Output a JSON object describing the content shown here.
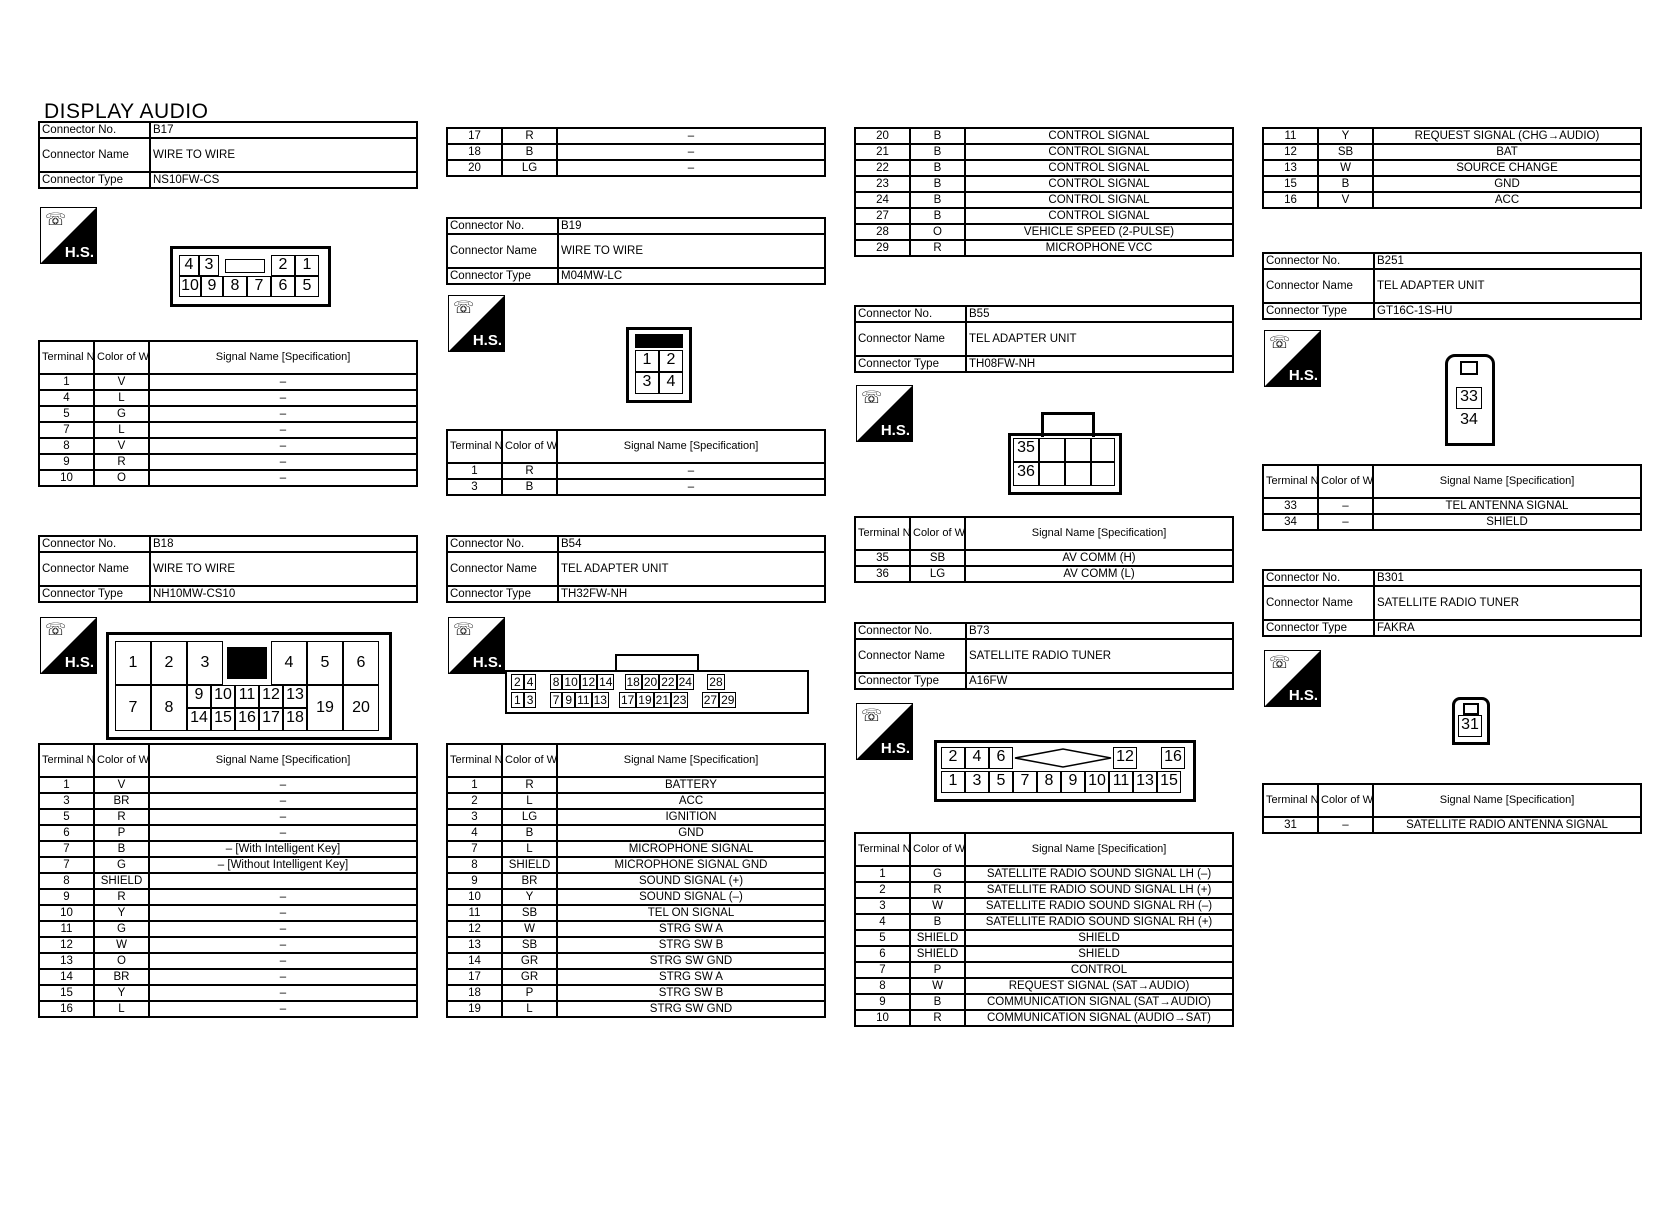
{
  "page_title": "DISPLAY AUDIO",
  "labels": {
    "connector_no": "Connector No.",
    "connector_name": "Connector Name",
    "connector_type": "Connector Type",
    "terminal_no": "Terminal No.",
    "color_of_wire": "Color of Wire",
    "signal_name": "Signal Name [Specification]",
    "hs": "H.S."
  },
  "B17": {
    "no": "B17",
    "name": "WIRE TO WIRE",
    "type": "NS10FW-CS",
    "pins_top": [
      "4",
      "3",
      "",
      "2",
      "1"
    ],
    "pins_bottom": [
      "10",
      "9",
      "8",
      "7",
      "6",
      "5"
    ],
    "rows": [
      [
        "1",
        "V",
        "–"
      ],
      [
        "4",
        "L",
        "–"
      ],
      [
        "5",
        "G",
        "–"
      ],
      [
        "7",
        "L",
        "–"
      ],
      [
        "8",
        "V",
        "–"
      ],
      [
        "9",
        "R",
        "–"
      ],
      [
        "10",
        "O",
        "–"
      ]
    ]
  },
  "B18": {
    "no": "B18",
    "name": "WIRE TO WIRE",
    "type": "NH10MW-CS10",
    "rows": [
      [
        "1",
        "V",
        "–"
      ],
      [
        "3",
        "BR",
        "–"
      ],
      [
        "5",
        "R",
        "–"
      ],
      [
        "6",
        "P",
        "–"
      ],
      [
        "7",
        "B",
        "– [With Intelligent Key]"
      ],
      [
        "7",
        "G",
        "– [Without Intelligent Key]"
      ],
      [
        "8",
        "SHIELD",
        ""
      ],
      [
        "9",
        "R",
        "–"
      ],
      [
        "10",
        "Y",
        "–"
      ],
      [
        "11",
        "G",
        "–"
      ],
      [
        "12",
        "W",
        "–"
      ],
      [
        "13",
        "O",
        "–"
      ],
      [
        "14",
        "BR",
        "–"
      ],
      [
        "15",
        "Y",
        "–"
      ],
      [
        "16",
        "L",
        "–"
      ]
    ]
  },
  "B18_cont": {
    "rows": [
      [
        "17",
        "R",
        "–"
      ],
      [
        "18",
        "B",
        "–"
      ],
      [
        "20",
        "LG",
        "–"
      ]
    ]
  },
  "B19": {
    "no": "B19",
    "name": "WIRE TO WIRE",
    "type": "M04MW-LC",
    "rows": [
      [
        "1",
        "R",
        "–"
      ],
      [
        "3",
        "B",
        "–"
      ]
    ]
  },
  "B54": {
    "no": "B54",
    "name": "TEL ADAPTER UNIT",
    "type": "TH32FW-NH",
    "rows": [
      [
        "1",
        "R",
        "BATTERY"
      ],
      [
        "2",
        "L",
        "ACC"
      ],
      [
        "3",
        "LG",
        "IGNITION"
      ],
      [
        "4",
        "B",
        "GND"
      ],
      [
        "7",
        "L",
        "MICROPHONE SIGNAL"
      ],
      [
        "8",
        "SHIELD",
        "MICROPHONE SIGNAL GND"
      ],
      [
        "9",
        "BR",
        "SOUND SIGNAL (+)"
      ],
      [
        "10",
        "Y",
        "SOUND SIGNAL (–)"
      ],
      [
        "11",
        "SB",
        "TEL ON SIGNAL"
      ],
      [
        "12",
        "W",
        "STRG SW A"
      ],
      [
        "13",
        "SB",
        "STRG SW B"
      ],
      [
        "14",
        "GR",
        "STRG SW GND"
      ],
      [
        "17",
        "GR",
        "STRG SW A"
      ],
      [
        "18",
        "P",
        "STRG SW B"
      ],
      [
        "19",
        "L",
        "STRG SW GND"
      ]
    ]
  },
  "B54_cont": {
    "rows": [
      [
        "20",
        "B",
        "CONTROL SIGNAL"
      ],
      [
        "21",
        "B",
        "CONTROL SIGNAL"
      ],
      [
        "22",
        "B",
        "CONTROL SIGNAL"
      ],
      [
        "23",
        "B",
        "CONTROL SIGNAL"
      ],
      [
        "24",
        "B",
        "CONTROL SIGNAL"
      ],
      [
        "27",
        "B",
        "CONTROL SIGNAL"
      ],
      [
        "28",
        "O",
        "VEHICLE SPEED (2-PULSE)"
      ],
      [
        "29",
        "R",
        "MICROPHONE VCC"
      ]
    ]
  },
  "B55": {
    "no": "B55",
    "name": "TEL ADAPTER UNIT",
    "type": "TH08FW-NH",
    "rows": [
      [
        "35",
        "SB",
        "AV COMM (H)"
      ],
      [
        "36",
        "LG",
        "AV COMM (L)"
      ]
    ]
  },
  "B73": {
    "no": "B73",
    "name": "SATELLITE RADIO TUNER",
    "type": "A16FW",
    "rows": [
      [
        "1",
        "G",
        "SATELLITE RADIO SOUND SIGNAL LH (–)"
      ],
      [
        "2",
        "R",
        "SATELLITE RADIO SOUND SIGNAL LH (+)"
      ],
      [
        "3",
        "W",
        "SATELLITE RADIO SOUND SIGNAL RH (–)"
      ],
      [
        "4",
        "B",
        "SATELLITE RADIO SOUND SIGNAL RH (+)"
      ],
      [
        "5",
        "SHIELD",
        "SHIELD"
      ],
      [
        "6",
        "SHIELD",
        "SHIELD"
      ],
      [
        "7",
        "P",
        "CONTROL"
      ],
      [
        "8",
        "W",
        "REQUEST SIGNAL (SAT→AUDIO)"
      ],
      [
        "9",
        "B",
        "COMMUNICATION SIGNAL (SAT→AUDIO)"
      ],
      [
        "10",
        "R",
        "COMMUNICATION SIGNAL (AUDIO→SAT)"
      ]
    ]
  },
  "B73_cont": {
    "rows": [
      [
        "11",
        "Y",
        "REQUEST SIGNAL (CHG→AUDIO)"
      ],
      [
        "12",
        "SB",
        "BAT"
      ],
      [
        "13",
        "W",
        "SOURCE CHANGE"
      ],
      [
        "15",
        "B",
        "GND"
      ],
      [
        "16",
        "V",
        "ACC"
      ]
    ]
  },
  "B251": {
    "no": "B251",
    "name": "TEL ADAPTER UNIT",
    "type": "GT16C-1S-HU",
    "rows": [
      [
        "33",
        "–",
        "TEL ANTENNA SIGNAL"
      ],
      [
        "34",
        "–",
        "SHIELD"
      ]
    ]
  },
  "B301": {
    "no": "B301",
    "name": "SATELLITE RADIO TUNER",
    "type": "FAKRA",
    "rows": [
      [
        "31",
        "–",
        "SATELLITE RADIO ANTENNA SIGNAL"
      ]
    ]
  }
}
